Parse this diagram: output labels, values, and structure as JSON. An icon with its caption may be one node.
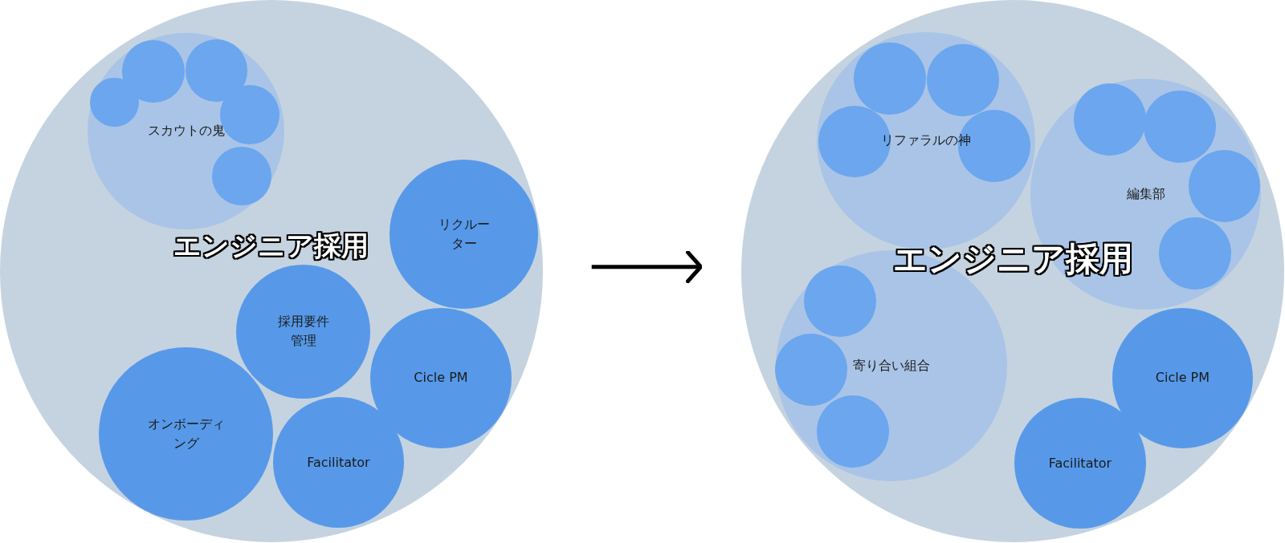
{
  "diagram": {
    "nodes": [
      {
        "text": [
          "エンジニア採用"
        ]
      },
      {
        "text": [
          "スカウトの鬼"
        ],
        "in": 0
      },
      {
        "text": [],
        "shape": "circle",
        "in": 1
      },
      {
        "text": [],
        "shape": "circle",
        "in": 1
      },
      {
        "text": [],
        "shape": "circle",
        "in": 1
      },
      {
        "text": [],
        "shape": "circle",
        "in": 1
      },
      {
        "text": [],
        "shape": "circle",
        "in": 1
      },
      {
        "text": [
          "リクルーター"
        ],
        "in": 0
      },
      {
        "text": [
          "採用要件管理"
        ],
        "in": 0
      },
      {
        "text": [
          "Cicle PM"
        ],
        "in": 0
      },
      {
        "text": [
          "オンボーディング"
        ],
        "in": 0
      },
      {
        "text": [
          "Facilitator"
        ],
        "in": 0
      },
      {
        "text": [
          "エンジニア採用"
        ]
      },
      {
        "text": [
          "リファラルの神"
        ],
        "in": 12
      },
      {
        "text": [],
        "shape": "circle",
        "in": 13
      },
      {
        "text": [],
        "shape": "circle",
        "in": 13
      },
      {
        "text": [],
        "shape": "circle",
        "in": 13
      },
      {
        "text": [],
        "shape": "circle",
        "in": 13
      },
      {
        "text": [
          "編集部"
        ],
        "in": 12
      },
      {
        "text": [],
        "shape": "circle",
        "in": 18
      },
      {
        "text": [],
        "shape": "circle",
        "in": 18
      },
      {
        "text": [],
        "shape": "circle",
        "in": 18
      },
      {
        "text": [],
        "shape": "circle",
        "in": 18
      },
      {
        "text": [
          "寄り合い組合"
        ],
        "in": 12
      },
      {
        "text": [],
        "shape": "circle",
        "in": 23
      },
      {
        "text": [],
        "shape": "circle",
        "in": 23
      },
      {
        "text": [],
        "shape": "circle",
        "in": 23
      },
      {
        "text": [
          "Cicle PM"
        ],
        "in": 12
      },
      {
        "text": [
          "Facilitator"
        ],
        "in": 12
      }
    ],
    "edges": [
      {
        "from": 0,
        "to": 12,
        "arrow": "to"
      }
    ]
  }
}
